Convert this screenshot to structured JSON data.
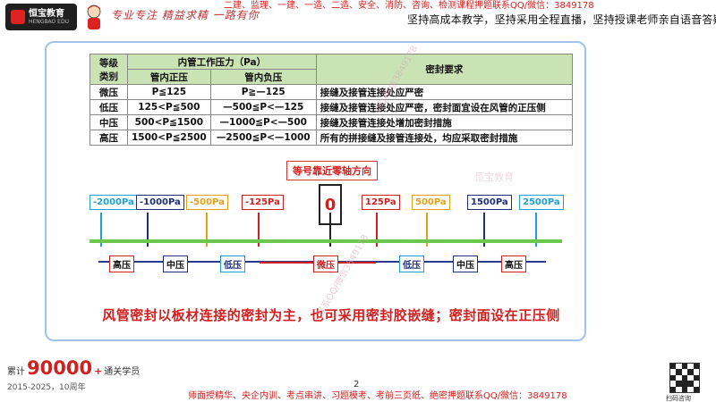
{
  "header": {
    "brand": "恒宝教育",
    "brand_sub": "HENGBAO EDU",
    "slogan": "专业专注 精益求精 一路有你",
    "promo_line1": "二建、监理、一建、一造、二造、安全、消防、咨询、检测课程押题联系QQ/微信：3849178",
    "promo_line2": "3849178",
    "tagline": "坚持高成本教学，坚持采用全程直播，坚持授课老师亲自语音答疑"
  },
  "table": {
    "col_grade": "等级类别",
    "col_grade_l1": "等级",
    "col_grade_l2": "类别",
    "col_pressure": "内管工作压力（Pa）",
    "col_positive": "管内正压",
    "col_negative": "管内负压",
    "col_requirement": "密封要求",
    "rows": [
      {
        "grade": "微压",
        "positive": "P≦125",
        "negative": "P≧—125",
        "requirement": "接缝及接管连接处应严密"
      },
      {
        "grade": "低压",
        "positive": "125<P≦500",
        "negative": "—500≦P<—125",
        "requirement": "接缝及接管连接处应严密，密封面宜设在风管的正压侧"
      },
      {
        "grade": "中压",
        "positive": "500<P≦1500",
        "negative": "—1000≦P<—500",
        "requirement": "接缝及接管连接处增加密封措施"
      },
      {
        "grade": "高压",
        "positive": "1500<P≦2500",
        "negative": "—2500≦P<—1000",
        "requirement": "所有的拼接缝及接管连接处，均应采取密封措施"
      }
    ]
  },
  "diagram": {
    "direction_label": "等号靠近零轴方向",
    "zero": "0",
    "pressures": [
      "-2000Pa",
      "-1000Pa",
      "-500Pa",
      "-125Pa",
      "125Pa",
      "500Pa",
      "1500Pa",
      "2500Pa"
    ],
    "zones": [
      "高压",
      "中压",
      "低压",
      "微压",
      "低压",
      "中压",
      "高压"
    ],
    "colors": {
      "cyan": "#1ea0d6",
      "navy": "#1f2e78",
      "yellow": "#e6a117",
      "red": "#d21f1f",
      "green": "#6cc84a"
    }
  },
  "conclusion": "风管密封以板材连接的密封为主，也可采用密封胶嵌缝；密封面设在正压侧",
  "watermarks": {
    "w1": "QQ/微信3849178",
    "w2": "联系QQ/微信3849178",
    "w3": "恒宝教育"
  },
  "footer": {
    "stat_prefix": "累计",
    "stat_value": "90000",
    "stat_plus": "+",
    "stat_suffix": "通关学员",
    "years": "2015-2025，10周年",
    "page": "2",
    "promo": "师面授精华、央企内训、考点串讲、习题模考、考前三页纸、绝密押题联系QQ/微信：3849178",
    "qr_label": "扫码咨询"
  }
}
